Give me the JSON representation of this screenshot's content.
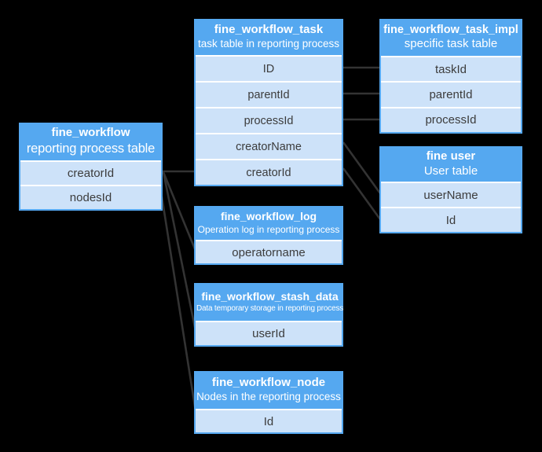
{
  "canvas": {
    "background": "#000000",
    "line_color": "#333333"
  },
  "colors": {
    "table_header_blue": "#55a8f0",
    "table_row_blue": "#cde2f9",
    "row_divider_white": "#ffffff",
    "header_text": "#ffffff",
    "row_text": "#3c3c3c"
  },
  "tables": [
    {
      "id": "fine_workflow",
      "title": "fine_workflow",
      "subtitle": "reporting process table",
      "fields": [
        "creatorId",
        "nodesId"
      ]
    },
    {
      "id": "fine_workflow_task",
      "title": "fine_workflow_task",
      "subtitle": "task table in reporting process",
      "fields": [
        "ID",
        "parentId",
        "processId",
        "creatorName",
        "creatorId"
      ]
    },
    {
      "id": "fine_workflow_task_impl",
      "title": "fine_workflow_task_impl",
      "subtitle": "specific task table",
      "fields": [
        "taskId",
        "parentId",
        "processId"
      ]
    },
    {
      "id": "fine_user",
      "title": "fine user",
      "subtitle": "User table",
      "fields": [
        "userName",
        "Id"
      ]
    },
    {
      "id": "fine_workflow_log",
      "title": "fine_workflow_log",
      "subtitle": "Operation log in reporting process",
      "fields": [
        "operatorname"
      ]
    },
    {
      "id": "fine_workflow_stash_data",
      "title": "fine_workflow_stash_data",
      "subtitle": "Data temporary storage in reporting process",
      "fields": [
        "userId"
      ]
    },
    {
      "id": "fine_workflow_node",
      "title": "fine_workflow_node",
      "subtitle": "Nodes in the reporting process",
      "fields": [
        "Id"
      ]
    }
  ],
  "relations": [
    {
      "from": "fine_workflow_task.ID",
      "to": "fine_workflow_task_impl.taskId"
    },
    {
      "from": "fine_workflow_task.parentId",
      "to": "fine_workflow_task_impl.parentId"
    },
    {
      "from": "fine_workflow_task.processId",
      "to": "fine_workflow_task_impl.processId"
    },
    {
      "from": "fine_workflow_task.creatorName",
      "to": "fine_user.userName"
    },
    {
      "from": "fine_workflow_task.creatorId",
      "to": "fine_user.Id"
    },
    {
      "from": "fine_workflow.creatorId",
      "to": "fine_workflow_task.creatorId"
    },
    {
      "from": "fine_workflow.creatorId",
      "to": "fine_workflow_log.operatorname"
    },
    {
      "from": "fine_workflow.creatorId",
      "to": "fine_workflow_stash_data.userId"
    },
    {
      "from": "fine_workflow.nodesId",
      "to": "fine_workflow_node.Id"
    }
  ]
}
